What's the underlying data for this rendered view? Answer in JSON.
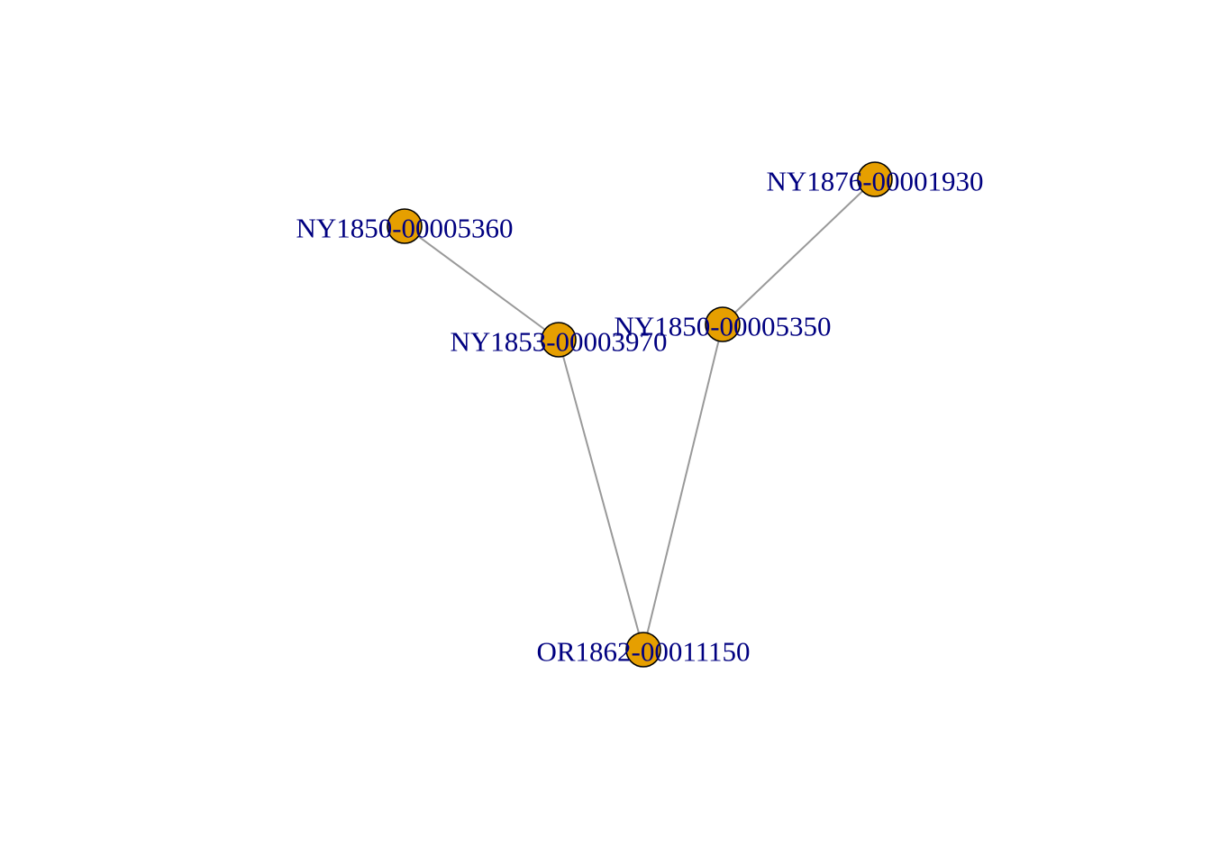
{
  "diagram": {
    "type": "network-graph",
    "style": {
      "node_fill": "#E69F00",
      "node_stroke": "#000000",
      "edge_color": "#999999",
      "label_color": "#000080",
      "background": "#FFFFFF"
    },
    "nodes": [
      {
        "id": "n1",
        "label": "NY1850-00005360"
      },
      {
        "id": "n2",
        "label": "NY1853-00003970"
      },
      {
        "id": "n3",
        "label": "NY1850-00005350"
      },
      {
        "id": "n4",
        "label": "NY1876-00001930"
      },
      {
        "id": "n5",
        "label": "OR1862-00011150"
      }
    ],
    "edges": [
      {
        "from": "n1",
        "to": "n2"
      },
      {
        "from": "n2",
        "to": "n5"
      },
      {
        "from": "n3",
        "to": "n5"
      },
      {
        "from": "n3",
        "to": "n4"
      }
    ]
  }
}
